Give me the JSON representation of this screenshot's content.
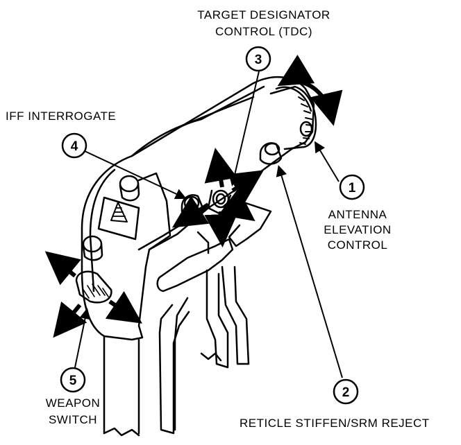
{
  "labels": {
    "tdc_line1": "TARGET DESIGNATOR",
    "tdc_line2": "CONTROL (TDC)",
    "iff": "IFF INTERROGATE",
    "antenna_line1": "ANTENNA",
    "antenna_line2": "ELEVATION",
    "antenna_line3": "CONTROL",
    "weapon_line1": "WEAPON",
    "weapon_line2": "SWITCH",
    "reticle": "RETICLE STIFFEN/SRM REJECT"
  },
  "callouts": {
    "c1": "1",
    "c2": "2",
    "c3": "3",
    "c4": "4",
    "c5": "5"
  }
}
